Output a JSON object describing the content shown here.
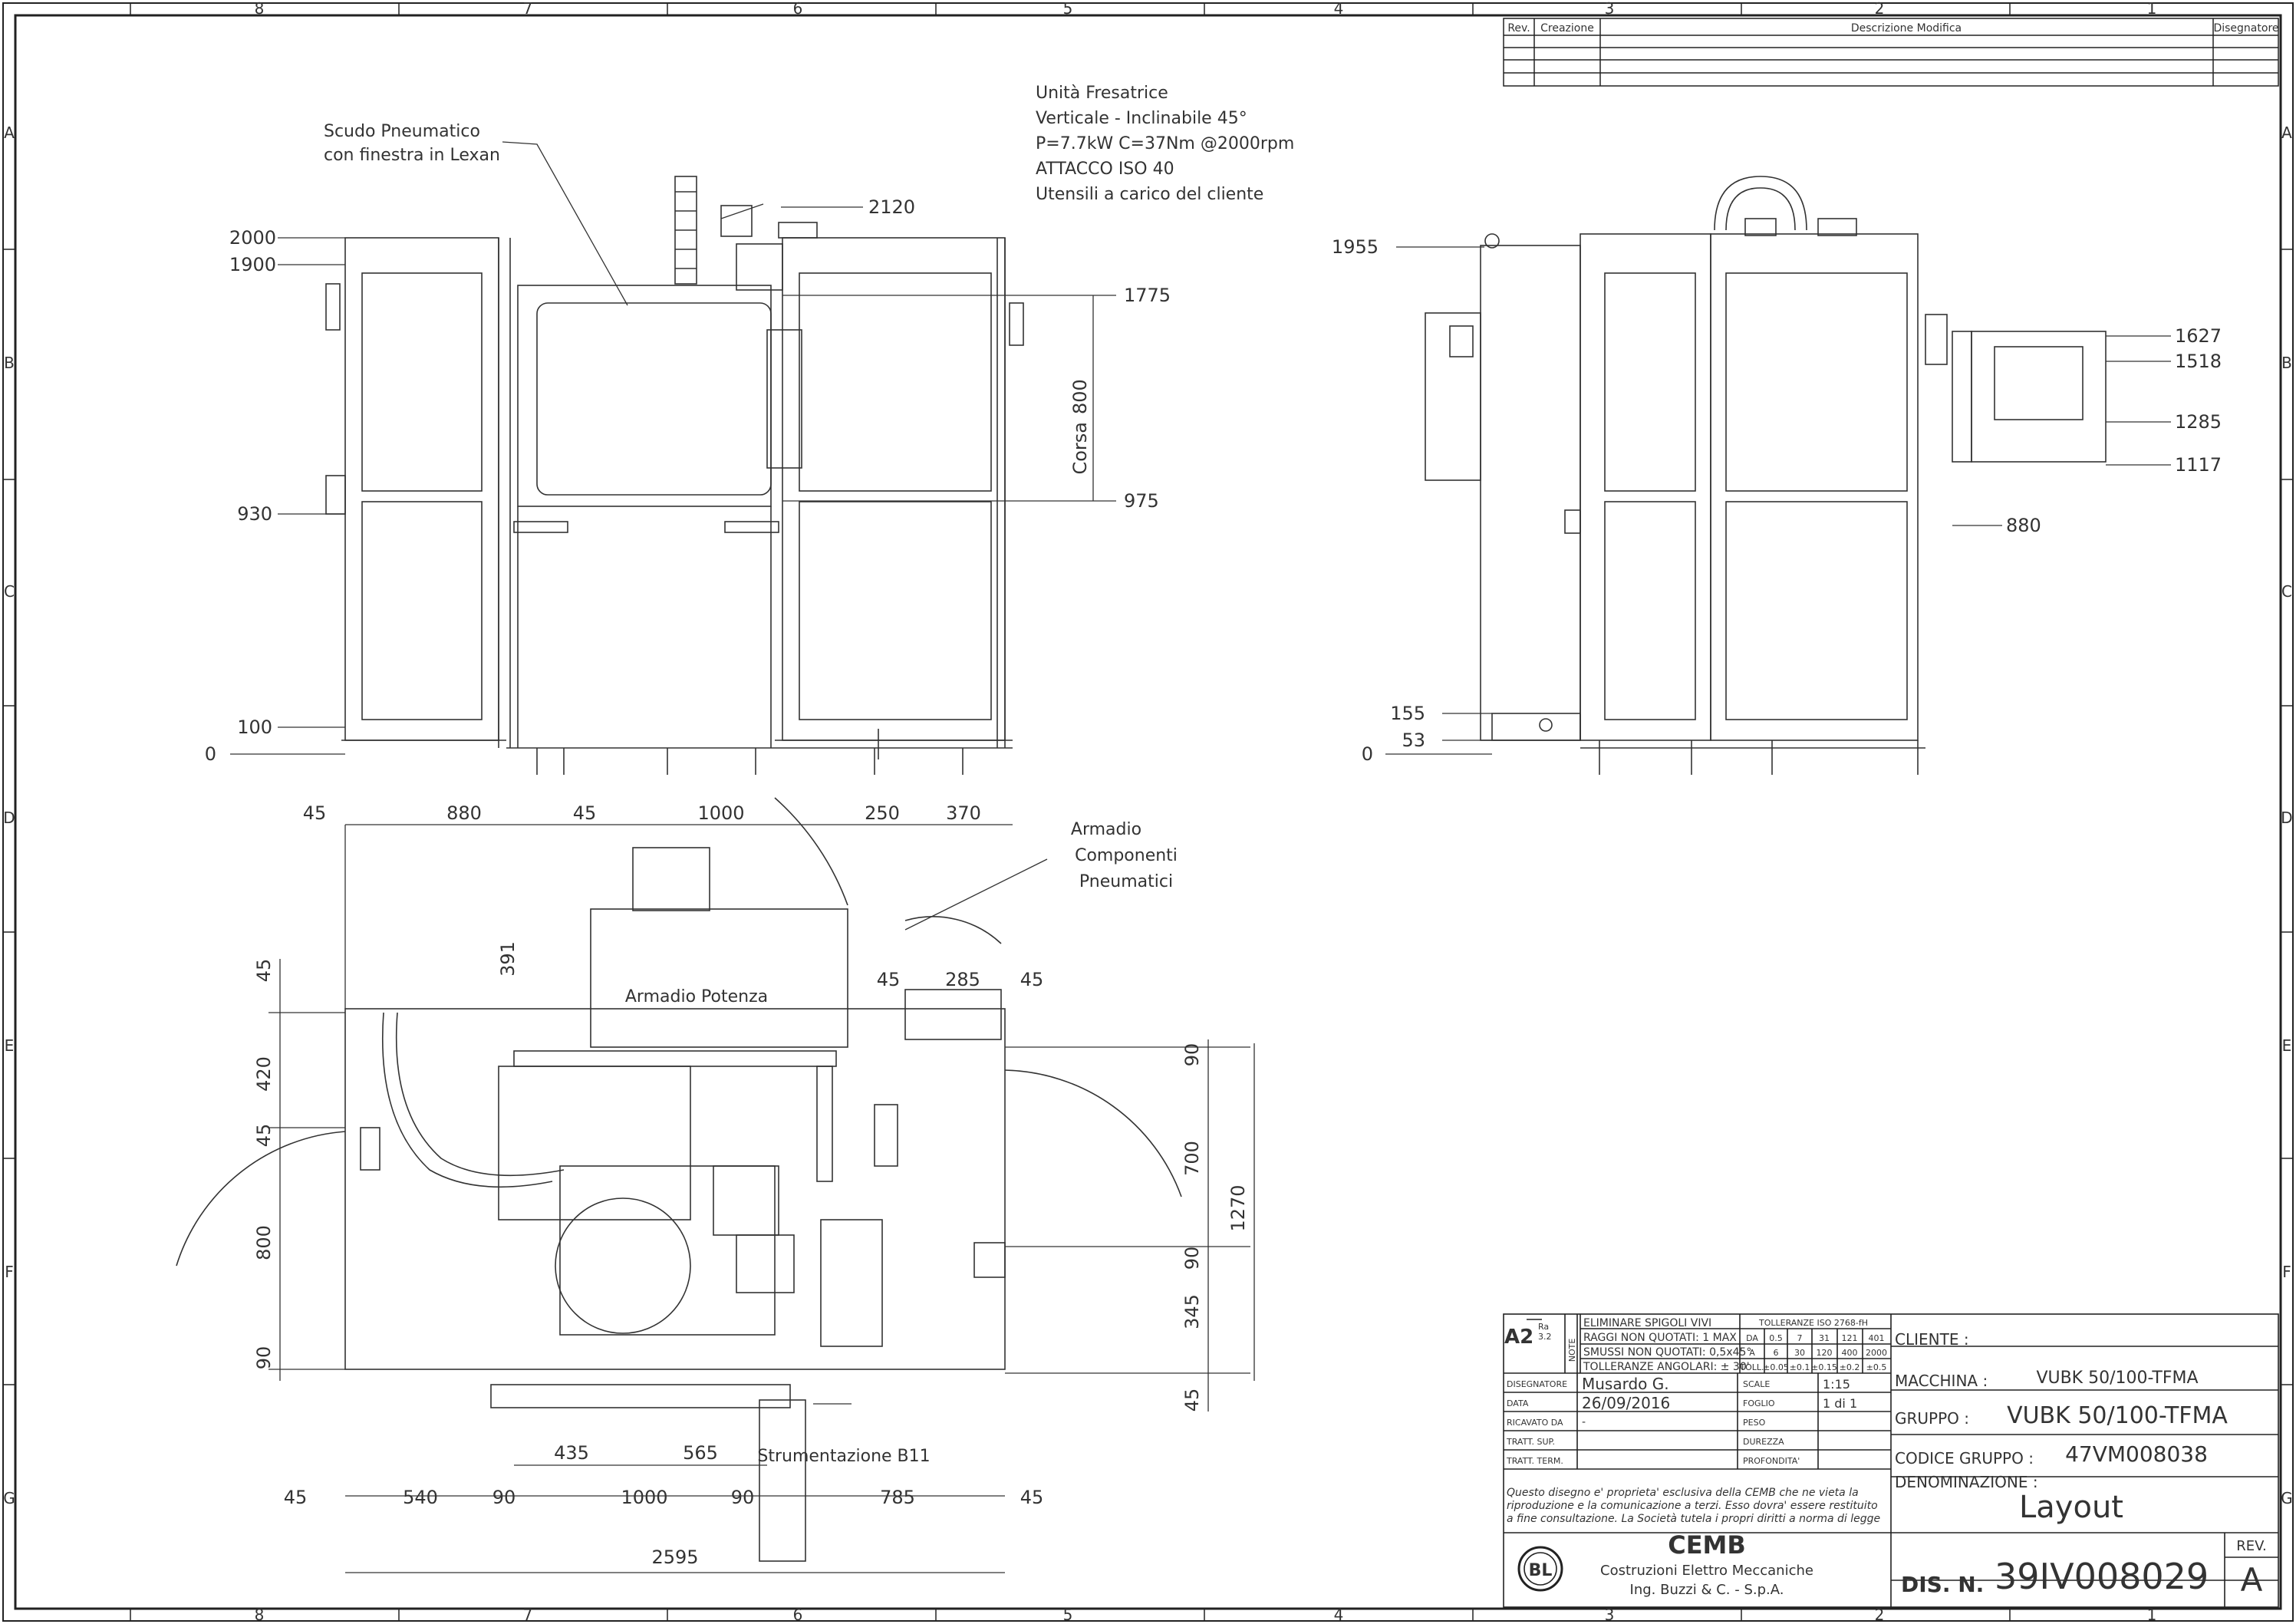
{
  "frame": {
    "cols": [
      "8",
      "7",
      "6",
      "5",
      "4",
      "3",
      "2",
      "1"
    ],
    "rows": [
      "A",
      "B",
      "C",
      "D",
      "E",
      "F",
      "G"
    ]
  },
  "revision_table": {
    "headers": {
      "rev": "Rev.",
      "creazione": "Creazione",
      "descrizione": "Descrizione Modifica",
      "disegnatore": "Disegnatore"
    }
  },
  "front_view": {
    "label_shield_1": "Scudo Pneumatico",
    "label_shield_2": "con finestra in Lexan",
    "unit_lines": [
      "Unità Fresatrice",
      "Verticale - Inclinabile 45°",
      "P=7.7kW C=37Nm @2000rpm",
      "ATTACCO ISO 40",
      "Utensili a carico del cliente"
    ],
    "corsa_label": "Corsa",
    "corsa_value": "800",
    "dims_left": {
      "d2000": "2000",
      "d1900": "1900",
      "d930": "930",
      "d100": "100",
      "d0": "0"
    },
    "dims_right": {
      "d2120": "2120",
      "d1775": "1775",
      "d975": "975"
    }
  },
  "side_view": {
    "dims_left": {
      "d1955": "1955",
      "d155": "155",
      "d53": "53",
      "d0": "0"
    },
    "dims_right": {
      "d1627": "1627",
      "d1518": "1518",
      "d1285": "1285",
      "d1117": "1117",
      "d880": "880"
    }
  },
  "plan_view": {
    "top_dims": {
      "a": "45",
      "b": "880",
      "c": "45",
      "d": "1000",
      "e": "250",
      "f": "370"
    },
    "armadio_comp": [
      "Armadio",
      "Componenti",
      "Pneumatici"
    ],
    "armadio_potenza": "Armadio Potenza",
    "left_dims": {
      "a": "45",
      "b": "391",
      "c": "420",
      "d": "45",
      "e": "800",
      "f": "90"
    },
    "inner_dims": {
      "a": "45",
      "b": "285",
      "c": "45"
    },
    "right_dims": {
      "a": "90",
      "b": "700",
      "c": "1270",
      "d": "90",
      "e": "345",
      "f": "45"
    },
    "strumentazione": "Strumentazione B11",
    "mid_dims": {
      "a": "435",
      "b": "565"
    },
    "bottom_dims": {
      "a": "45",
      "b": "540",
      "c": "90",
      "d": "1000",
      "e": "90",
      "f": "785",
      "g": "45"
    },
    "total": "2595"
  },
  "title_block": {
    "format": "A2",
    "ra": "Ra",
    "ra_val": "3.2",
    "note": "NOTE",
    "rows": [
      "ELIMINARE SPIGOLI VIVI",
      "RAGGI NON QUOTATI: 1 MAX",
      "SMUSSI NON QUOTATI: 0,5x45°",
      "TOLLERANZE ANGOLARI: ± 30'"
    ],
    "tol_title": "TOLLERANZE ISO 2768-fH",
    "tol_da": [
      "DA",
      "0.5",
      "7",
      "31",
      "121",
      "401"
    ],
    "tol_a": [
      "A",
      "6",
      "30",
      "120",
      "400",
      "2000"
    ],
    "tol_toll": [
      "TOLL.",
      "±0.05",
      "±0.1",
      "±0.15",
      "±0.2",
      "±0.5"
    ],
    "disegnatore_lbl": "DISEGNATORE",
    "disegnatore": "Musardo G.",
    "scale_lbl": "SCALE",
    "scale": "1:15",
    "data_lbl": "DATA",
    "data": "26/09/2016",
    "foglio_lbl": "FOGLIO",
    "foglio": "1 di 1",
    "ricavato_lbl": "RICAVATO DA",
    "ricavato": "-",
    "peso_lbl": "PESO",
    "tratt_sup_lbl": "TRATT. SUP.",
    "durezza_lbl": "DUREZZA",
    "tratt_term_lbl": "TRATT. TERM.",
    "profondita_lbl": "PROFONDITA'",
    "disclaimer": [
      "Questo disegno e' proprieta' esclusiva della CEMB che ne vieta la",
      "riproduzione e la comunicazione a terzi. Esso dovra' essere restituito",
      "a fine consultazione. La Società tutela i propri diritti a norma di legge"
    ],
    "company": "CEMB",
    "company_sub1": "Costruzioni Elettro Meccaniche",
    "company_sub2": "Ing. Buzzi & C. - S.p.A.",
    "cliente_lbl": "CLIENTE :",
    "macchina_lbl": "MACCHINA :",
    "macchina": "VUBK 50/100-TFMA",
    "gruppo_lbl": "GRUPPO :",
    "gruppo": "VUBK 50/100-TFMA",
    "codice_lbl": "CODICE GRUPPO :",
    "codice": "47VM008038",
    "denominazione_lbl": "DENOMINAZIONE :",
    "denominazione": "Layout",
    "rev_lbl": "REV.",
    "rev": "A",
    "dis_lbl": "DIS. N.",
    "dis": "39IV008029"
  }
}
